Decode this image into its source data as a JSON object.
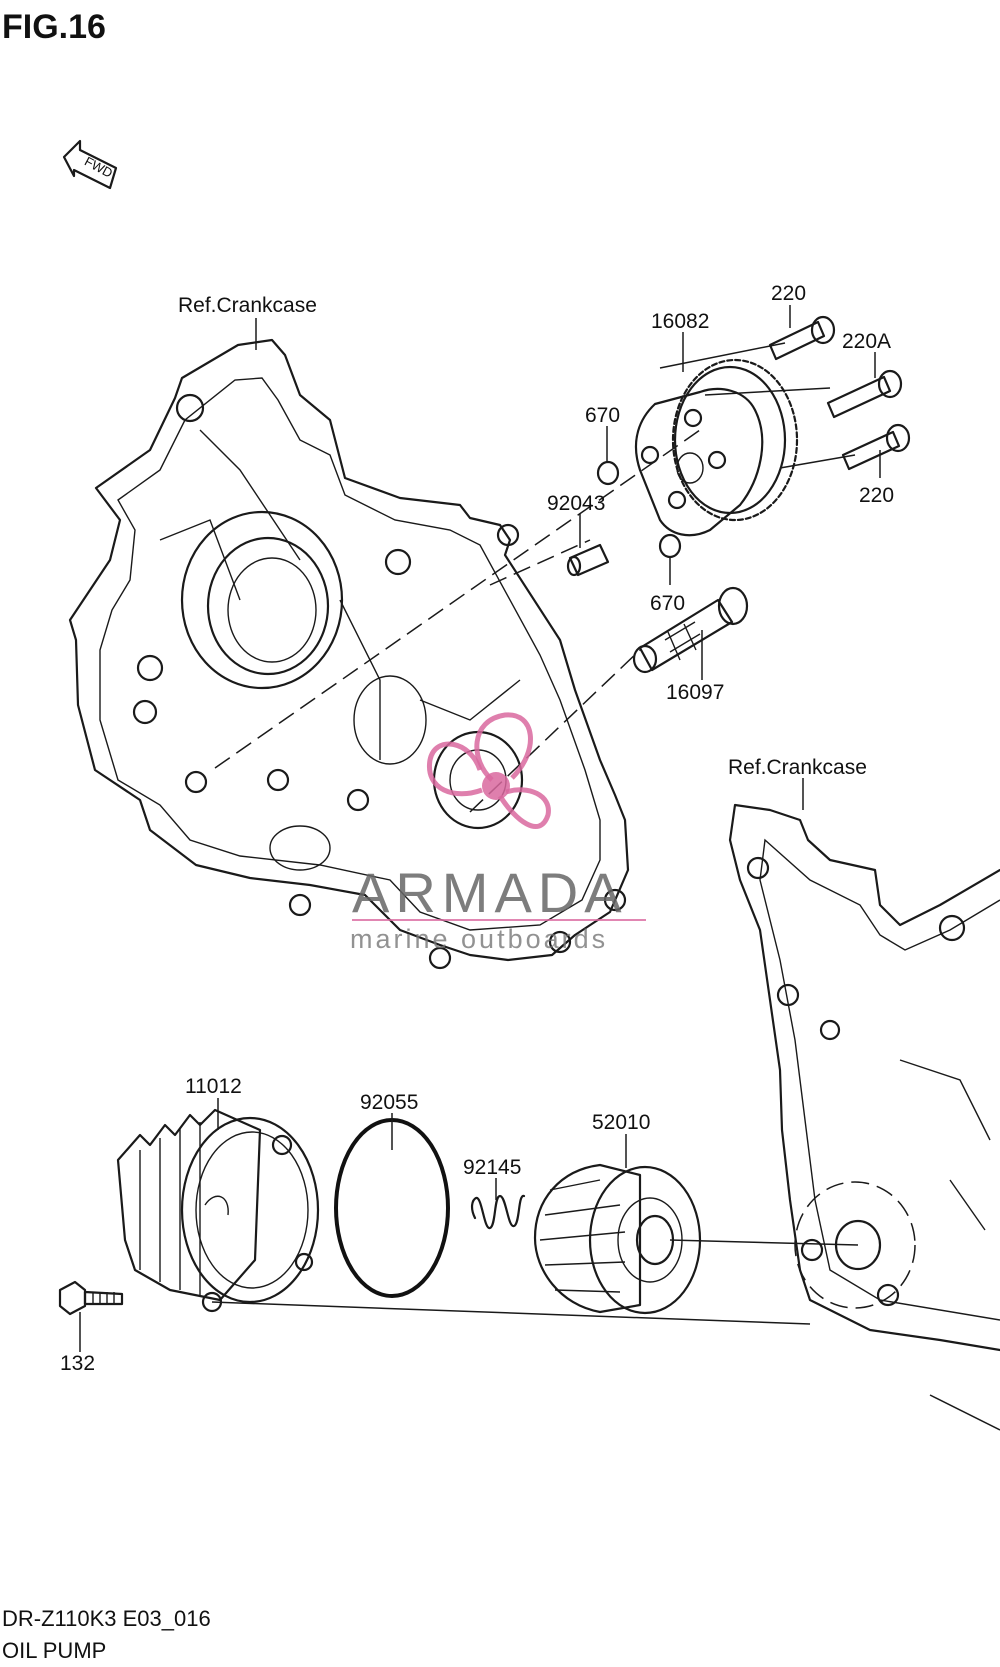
{
  "figure": {
    "title": "FIG.16",
    "fwd_marker": "FWD",
    "model_code": "DR-Z110K3 E03_016",
    "section_name": "OIL PUMP"
  },
  "watermark": {
    "brand": "ARMADA",
    "tagline": "marine outboards",
    "accent_color": "#d9689f"
  },
  "labels": {
    "crankcase_left": "Ref.Crankcase",
    "crankcase_right": "Ref.Crankcase",
    "oil_pump_gear": "16082",
    "bolt_top": "220",
    "bolt_middle": "220A",
    "bolt_lower": "220",
    "o_ring_upper": "670",
    "dowel_pin": "92043",
    "o_ring_lower": "670",
    "oil_strainer": "16097",
    "filter_cover": "11012",
    "cover_o_ring": "92055",
    "spring": "92145",
    "oil_filter": "52010",
    "cover_bolt": "132"
  }
}
